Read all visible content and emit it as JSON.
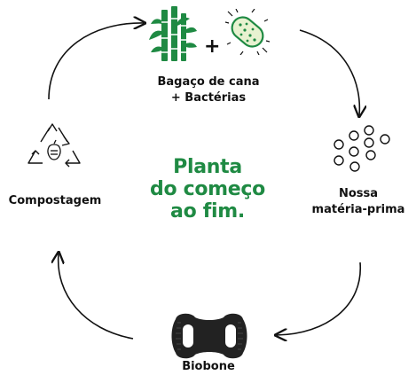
{
  "center_title": [
    "Planta",
    "do começo",
    "ao fim."
  ],
  "nodes": {
    "top": {
      "line1": "Bagaço de cana",
      "line2": "+ Bactérias"
    },
    "right": {
      "line1": "Nossa",
      "line2": "matéria-prima"
    },
    "bottom": {
      "label": "Biobone"
    },
    "left": {
      "label": "Compostagem"
    }
  },
  "plus_sign": "+",
  "colors": {
    "accent_green": "#1f8a43",
    "icon_green": "#1f8a43",
    "bacteria_fill": "#e8f2d0",
    "text": "#111111"
  }
}
